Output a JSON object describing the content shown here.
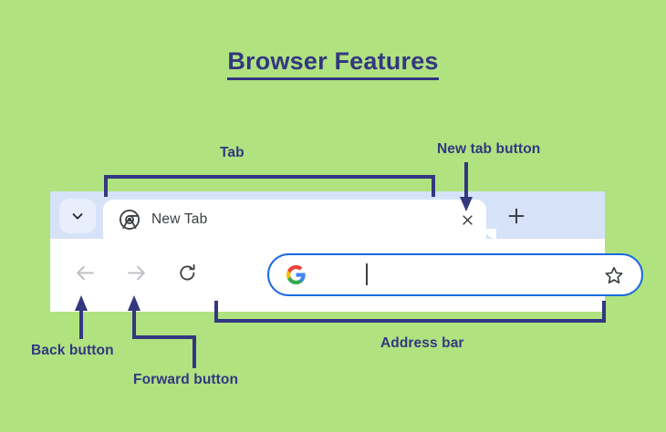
{
  "page": {
    "title": "Browser Features",
    "background_color": "#b0e280",
    "accent_color": "#33377f"
  },
  "browser": {
    "tab_strip": {
      "background_color": "#d6e2f8",
      "tab_search_icon": "chevron-down-icon",
      "tab": {
        "favicon": "chrome-logo-icon",
        "title": "New Tab",
        "close_icon": "close-icon"
      },
      "new_tab_icon": "plus-icon"
    },
    "toolbar": {
      "back_icon": "arrow-left-icon",
      "forward_icon": "arrow-right-icon",
      "reload_icon": "reload-icon",
      "address_bar": {
        "leading_icon": "google-g-icon",
        "value": "",
        "placeholder": "",
        "trailing_icon": "bookmark-star-icon",
        "focus_border_color": "#1a6ae0"
      }
    }
  },
  "annotations": [
    {
      "id": "tab",
      "label": "Tab",
      "connector": "bracket-down"
    },
    {
      "id": "new-tab-button",
      "label": "New tab button",
      "connector": "arrow-down"
    },
    {
      "id": "back-button",
      "label": "Back button",
      "connector": "line-up"
    },
    {
      "id": "forward-button",
      "label": "Forward button",
      "connector": "elbow-up"
    },
    {
      "id": "address-bar",
      "label": "Address bar",
      "connector": "bracket-up"
    }
  ]
}
